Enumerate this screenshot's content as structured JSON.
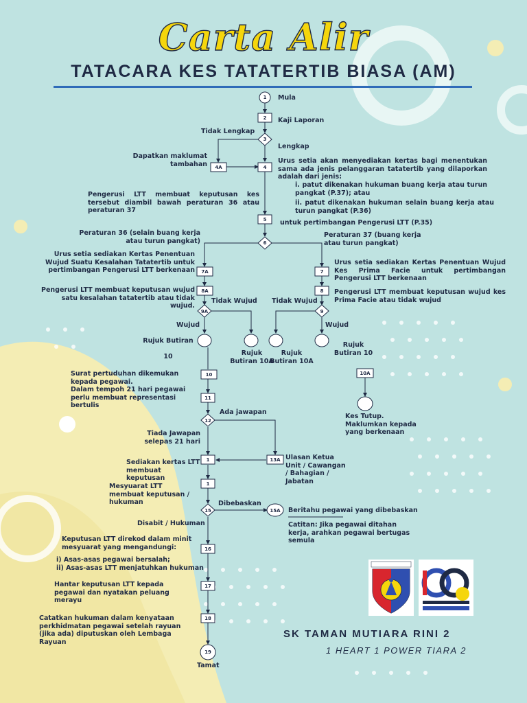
{
  "title": {
    "script": "Carta Alir",
    "main": "TATACARA KES TATATERTIB BIASA (AM)"
  },
  "colors": {
    "background": "#bfe3e1",
    "accent_yellow": "#f5d60c",
    "text_navy": "#1f2a44",
    "title_rule_blue": "#2f6bb8",
    "cream_wave": "#f4edb4"
  },
  "nodes": {
    "n1": "1",
    "n2": "2",
    "n3": "3",
    "n4": "4",
    "n4a": "4A",
    "n5": "5",
    "n6": "6",
    "n7": "7",
    "n7a": "7A",
    "n8": "8",
    "n8a": "8A",
    "n9": "9",
    "n9a": "9A",
    "n10": "10",
    "n10a": "10A",
    "n11": "11",
    "n12": "12",
    "n13": "1",
    "n13a": "13A",
    "n14": "1",
    "n15": "15",
    "n15a": "15A",
    "n16": "16",
    "n17": "17",
    "n18": "18",
    "n19": "19"
  },
  "labels": {
    "mula": "Mula",
    "kaji_laporan": "Kaji Laporan",
    "tidak_lengkap": "Tidak Lengkap",
    "lengkap": "Lengkap",
    "dapatkan": "Dapatkan maklumat\ntambahan",
    "urus_setia_4": "Urus setia akan menyediakan kertas bagi menentukan sama ada jenis pelanggaran tatatertib yang dilaporkan adalah dari jenis:",
    "urus_setia_4_i": "i. patut dikenakan hukuman buang kerja atau turun pangkat (P.37); atau",
    "urus_setia_4_ii": "ii. patut dikenakan hukuman selain buang kerja atau turun pangkat (P.36)",
    "untuk_pertimbangan": "untuk pertimbangan Pengerusi LTT (P.35)",
    "pengerusi_5": "Pengerusi LTT membuat keputusan kes tersebut diambil bawah peraturan 36 atau peraturan 37",
    "peraturan_36": "Peraturan 36 (selain buang kerja\natau turun pangkat)",
    "peraturan_37": "Peraturan 37 (buang kerja\natau turun pangkat)",
    "urus_setia_7a": "Urus setia sediakan Kertas Penentuan\nWujud Suatu Kesalahan Tatatertib untuk\npertimbangan Pengerusi LTT berkenaan",
    "urus_setia_7": "Urus setia sediakan Kertas Penentuan Wujud Kes Prima Facie untuk pertimbangan Pengerusi LTT berkenaan",
    "pengerusi_8a": "Pengerusi LTT membuat keputusan wujud\nsatu kesalahan tatatertib atau tidak\nwujud.",
    "pengerusi_8": "Pengerusi LTT membuat keputusan wujud kes Prima Facie atau tidak wujud",
    "tidak_wujud_l": "Tidak Wujud",
    "tidak_wujud_r": "Tidak Wujud",
    "wujud_l": "Wujud",
    "wujud_r": "Wujud",
    "rujuk_10_l": "Rujuk Butiran\n\n10",
    "rujuk_10a_l": "Rujuk\nButiran 10A",
    "rujuk_10a_r": "Rujuk\nButiran 10A",
    "rujuk_10_r": "Rujuk\nButiran 10",
    "surat": "Surat pertuduhan dikemukan\nkepada pegawai.\nDalam tempoh 21 hari pegawai\nperlu membuat representasi\nbertulis",
    "kes_tutup": "Kes Tutup.\nMaklumkan kepada\nyang berkenaan",
    "ada_jawapan": "Ada jawapan",
    "tiada_jawapan": "Tiada Jawapan\nselepas 21 hari",
    "sediakan": "Sediakan kertas LTT\nmembuat\nkeputusan",
    "ulasan": "Ulasan Ketua\nUnit / Cawangan\n/ Bahagian /\nJabatan",
    "mesyuarat": "Mesyuarat LTT\nmembuat keputusan /\nhukuman",
    "dibebaskan": "Dibebaskan",
    "beritahu": "Beritahu pegawai yang dibebaskan",
    "catitan": "Catitan: Jika pegawai ditahan\nkerja, arahkan pegawai bertugas\nsemula",
    "disabit": "Disabit / Hukuman",
    "keputusan_16": "Keputusan LTT direkod dalam minit\nmesyuarat yang mengandungi:",
    "keputusan_16_i": "i) Asas-asas pegawai bersalah;\nii) Asas-asas LTT menjatuhkan hukuman",
    "hantar_17": "Hantar keputusan LTT kepada\npegawai dan nyatakan peluang\nmerayu",
    "catatkan_18": "Catatkan hukuman dalam kenyataan\nperkhidmatan pegawai setelah rayuan\n(jika ada) diputuskan oleh Lembaga\nRayuan",
    "tamat": "Tamat"
  },
  "school": {
    "name": "SK TAMAN MUTIARA RINI 2",
    "motto": "1 HEART 1 POWER TIARA 2"
  }
}
